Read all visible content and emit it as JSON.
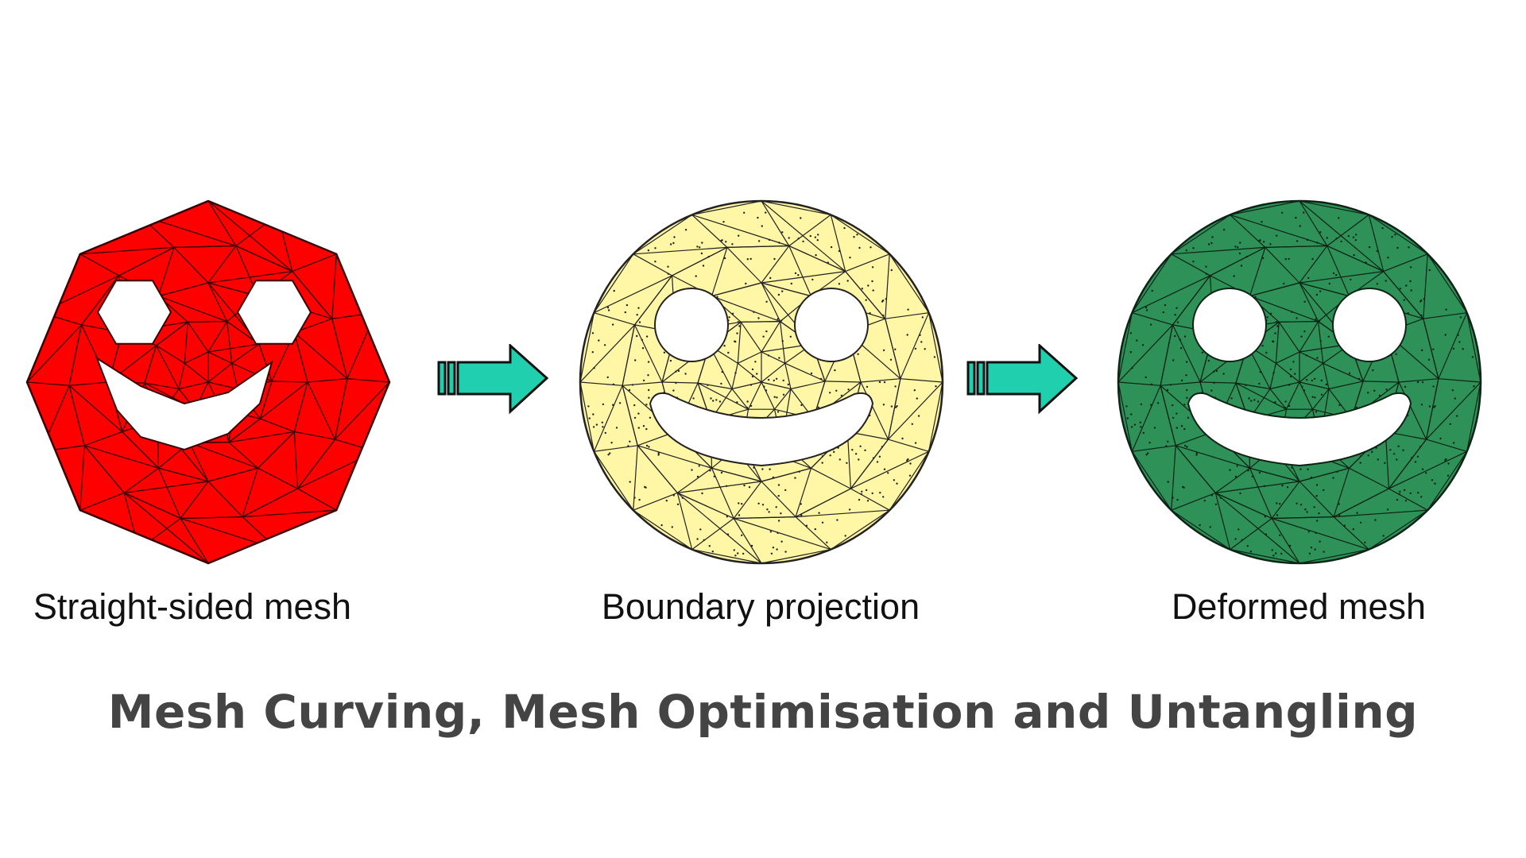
{
  "figure": {
    "panels": [
      {
        "caption": "Straight-sided mesh",
        "fill": "#ff0000",
        "shape": "octagon"
      },
      {
        "caption": "Boundary projection",
        "fill": "#fff6a6",
        "shape": "circle"
      },
      {
        "caption": "Deformed mesh",
        "fill": "#2e9158",
        "shape": "circle"
      }
    ],
    "arrow_color": "#1fcfae",
    "title": "Mesh Curving, Mesh Optimisation and Untangling"
  }
}
